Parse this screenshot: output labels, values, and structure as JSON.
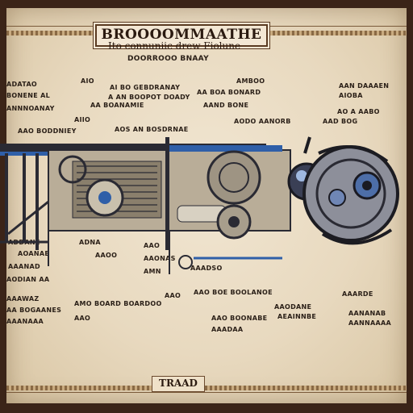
{
  "poster": {
    "title": "BROOOOMMAATHE",
    "subtitle": "Ito connuniic drew Fiolune",
    "tagline": "DOORROOO BNAAY",
    "footer": "TRAAD",
    "colors": {
      "paper": "#ece0c8",
      "ink": "#2b2018",
      "accent_blue": "#2f5fa8",
      "frame": "#3b2418"
    }
  },
  "annotations": {
    "top": [
      "AIO",
      "ADATAO",
      "AI BO GEBDRANAY",
      "AMBOO",
      "BONENE AL",
      "A AN BOOPOT DOADY",
      "AA BOA BONARD",
      "AAN DAAAEN",
      "AIOBA",
      "ANNNOANAY",
      "AA BOANAMIE",
      "AAND BONE",
      "AO A AABO",
      "AAO BODDNIEY",
      "AIIO",
      "AOS AN BOSDRNAE",
      "AODO AANORB",
      "AAD BOG"
    ],
    "left": [
      "ADDANE",
      "AOANAE",
      "AAANAD",
      "AODIAN AA",
      "AAAWAZ",
      "AA BOGAANES",
      "AAANAAA"
    ],
    "bottom": [
      "ADNA",
      "AAOO",
      "AAO",
      "AAONAS",
      "AMN",
      "AAO",
      "AAADSO",
      "AMO BOARD BOARDOO",
      "AAO",
      "AAO BOE BOOLANOE",
      "AAO BOONABE",
      "AAADAA",
      "AAODANE",
      "AEAINNBE",
      "AAARDE",
      "AANANAB",
      "AANNAAAA"
    ]
  }
}
